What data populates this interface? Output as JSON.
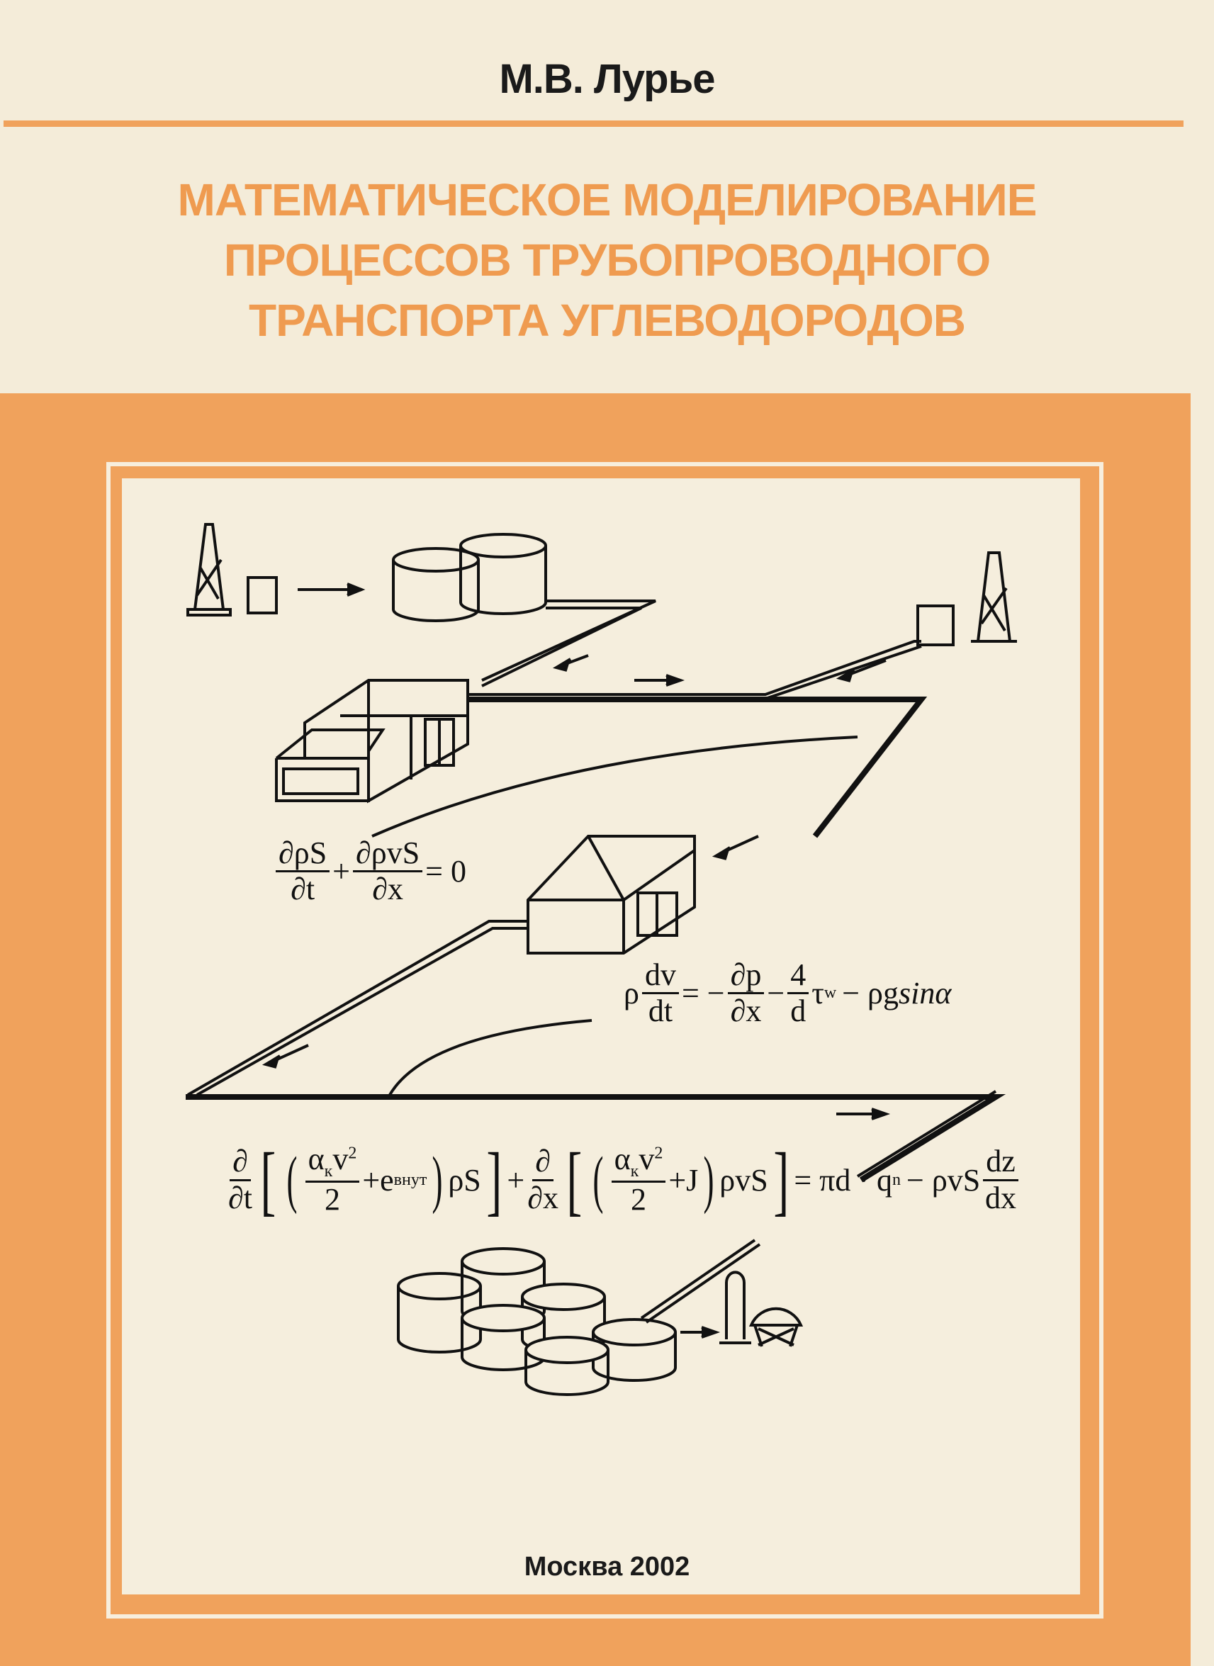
{
  "author": "М.В. Лурье",
  "title_lines": [
    "МАТЕМАТИЧЕСКОЕ МОДЕЛИРОВАНИЕ",
    "ПРОЦЕССОВ ТРУБОПРОВОДНОГО",
    "ТРАНСПОРТА УГЛЕВОДОРОДОВ"
  ],
  "imprint": "Москва 2002",
  "colors": {
    "accent": "#f0a25c",
    "background": "#f4ecd9",
    "text": "#1a1a1a"
  },
  "equations": {
    "continuity": {
      "t1_num": "∂ρS",
      "t1_den": "∂t",
      "plus": "+",
      "t2_num": "∂ρvS",
      "t2_den": "∂x",
      "rhs": "= 0"
    },
    "momentum": {
      "lhs": "ρ",
      "f1_num": "dv",
      "f1_den": "dt",
      "eq": "= −",
      "f2_num": "∂p",
      "f2_den": "∂x",
      "minus": "−",
      "f3_num": "4",
      "f3_den": "d",
      "tau": "τ",
      "tau_sub": "w",
      "tail": "− ρg",
      "sin": "sinα"
    },
    "energy": {
      "d1_num": "∂",
      "d1_den": "∂t",
      "k_num": "α",
      "k_sub": "к",
      "v": "v",
      "sq": "2",
      "half": "2",
      "e": "+e",
      "e_sub": "внут",
      "rs": "ρS",
      "plus": "+",
      "d2_num": "∂",
      "d2_den": "∂x",
      "J": "+J",
      "rvs": "ρvS",
      "rhs": "= πd · q",
      "q_sub": "n",
      "tail": "− ρvS",
      "dz": "dz",
      "dx": "dx"
    }
  }
}
